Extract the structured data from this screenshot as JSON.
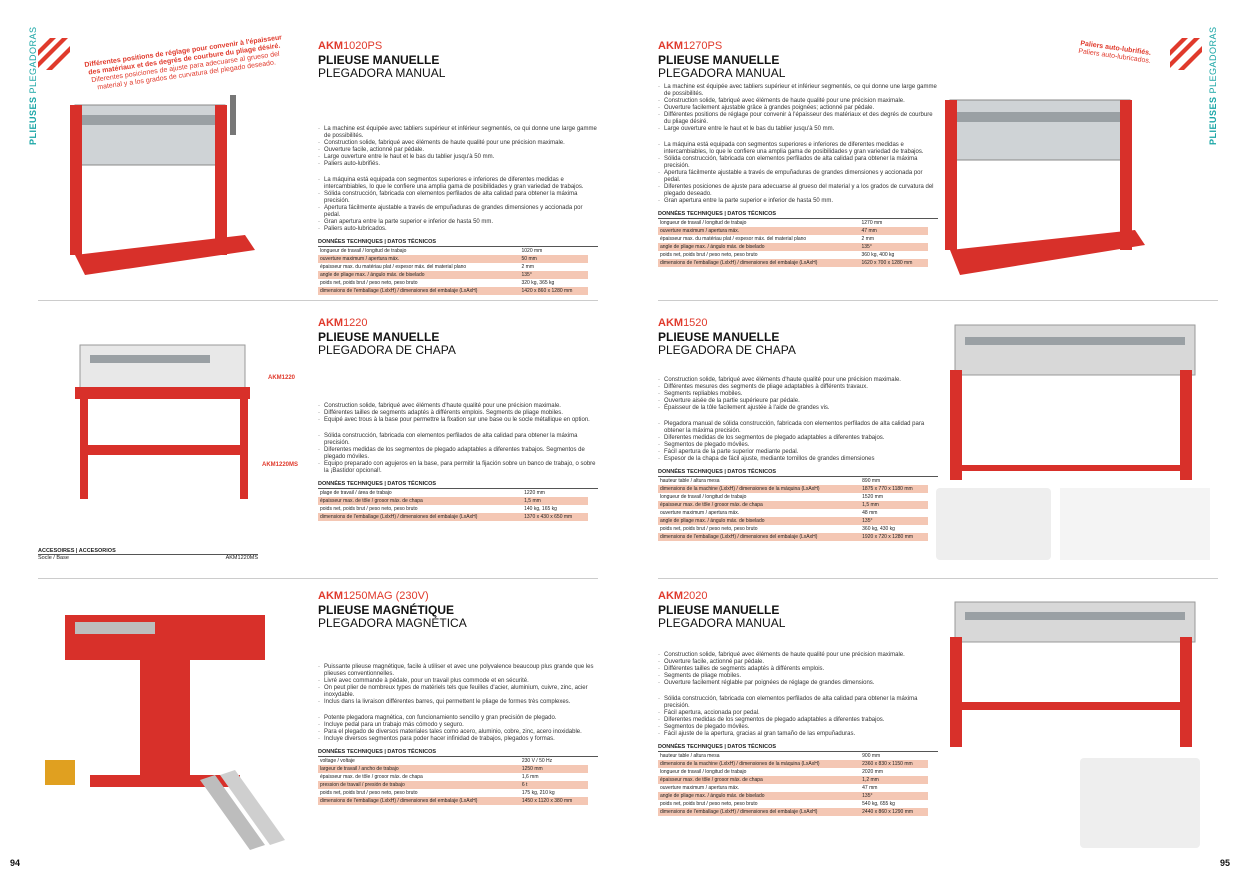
{
  "left_page": {
    "side_label_bold": "PLIEUSES",
    "side_label_light": "PLEGADORAS",
    "page_number": "94",
    "callout": {
      "line1": "Différentes positions de réglage pour convenir à l'épaisseur",
      "line2": "des matériaux et des degrés de courbure du pliage désiré.",
      "line3": "Diferentes posiciones de ajuste para adecuarse al grueso del",
      "line4": "material y a los grados de curvatura del plegado deseado."
    },
    "products": [
      {
        "model_bold": "AKM",
        "model_light": "1020PS",
        "title_fr": "PLIEUSE MANUELLE",
        "title_es": "PLEGADORA MANUAL",
        "bullets_fr": [
          "La machine est équipée avec tabliers supérieur et inférieur segmentés, ce qui donne une large gamme de possibilités.",
          "Construction solide, fabriqué avec éléments de haute qualité pour une précision maximale.",
          "Ouverture facile, actionné par pédale.",
          "Large ouverture entre le haut et le bas du tablier jusqu'à 50 mm.",
          "Paliers auto-lubrifiés."
        ],
        "bullets_es": [
          "La máquina está equipada con segmentos superiores e inferiores de diferentes medidas e intercambiables, lo que le confiere una amplia gama de posibilidades y gran variedad de trabajos.",
          "Sólida construcción, fabricada con elementos perfilados de alta calidad para obtener la máxima precisión.",
          "Apertura fácilmente ajustable a través de empuñaduras de grandes dimensiones y accionada por pedal.",
          "Gran apertura entre la parte superior e inferior de hasta 50 mm.",
          "Paliers auto-lubricados."
        ],
        "table_title": "DONNÉES TECHNIQUES | DATOS TÉCNICOS",
        "specs": [
          [
            "longueur de travail / longitud de trabajo",
            "1020 mm"
          ],
          [
            "ouverture maximum / apertura máx.",
            "50 mm"
          ],
          [
            "épaisseur max. du matériau plat / espesor máx. del material plano",
            "2 mm"
          ],
          [
            "angle de pliage max. / ángulo máx. de biselado",
            "135°"
          ],
          [
            "poids net, poids brut / peso neto, peso bruto",
            "320 kg, 365 kg"
          ],
          [
            "dimensions de l'emballage (LxlxH) / dimensiones del embalaje (LxAxH)",
            "1420 x 860 x 1280 mm"
          ]
        ]
      },
      {
        "model_bold": "AKM",
        "model_light": "1220",
        "title_fr": "PLIEUSE MANUELLE",
        "title_es": "PLEGADORA DE CHAPA",
        "label_a": "AKM1220",
        "label_b": "AKM1220MS",
        "bullets_fr": [
          "Construction solide, fabriqué avec éléments d'haute qualité pour une précision maximale.",
          "Différentes tailles de segments adaptés à différents emplois. Segments de pliage mobiles.",
          "Equipé avec trous à la base pour permettre la fixation sur une base ou le socle métallique en option."
        ],
        "bullets_es": [
          "Sólida construcción, fabricada con elementos perfilados de alta calidad para obtener la máxima precisión.",
          "Diferentes medidas de los segmentos de plegado adaptables a diferentes trabajos. Segmentos de plegado móviles.",
          "Equipo preparado con agujeros en la base, para permitir la fijación sobre un banco de trabajo, o sobre la ¡Bastidor opcional!."
        ],
        "table_title": "DONNÉES TECHNIQUES | DATOS TÉCNICOS",
        "specs": [
          [
            "plage de travail / área de trabajo",
            "1220 mm"
          ],
          [
            "épaisseur max. de tôle / grosor máx. de chapa",
            "1,5 mm"
          ],
          [
            "poids net, poids brut / peso neto, peso bruto",
            "140 kg, 165 kg"
          ],
          [
            "dimensions de l'emballage (LxlxH) / dimensiones del embalaje (LxAxH)",
            "1370 x 430 x 650 mm"
          ]
        ],
        "acc_title": "ACCESOIRES | ACCESORIOS",
        "acc_item": "Socle / Base",
        "acc_code": "AKM1220MS"
      },
      {
        "model_bold": "AKM",
        "model_light": "1250MAG (230V)",
        "title_fr": "PLIEUSE MAGNÉTIQUE",
        "title_es": "PLEGADORA MAGNÉTICA",
        "bullets_fr": [
          "Puissante plieuse magnétique, facile à utiliser et avec une polyvalence beaucoup plus grande que les plieuses conventionnelles.",
          "Livré avec commande à pédale, pour un travail plus commode et en sécurité.",
          "On peut plier de nombreux types de matériels tels que feuilles d'acier, aluminium, cuivre, zinc, acier inoxydable.",
          "Inclus dans la livraison différentes barres, qui permettent le pliage de formes très complexes."
        ],
        "bullets_es": [
          "Potente plegadora magnética, con funcionamiento sencillo y gran precisión de plegado.",
          "Incluye pedal para un trabajo más cómodo y seguro.",
          "Para el plegado de diversos materiales tales como acero, aluminio, cobre, zinc, acero inoxidable.",
          "Incluye diversos segmentos para poder hacer infinidad de trabajos, plegados y formas."
        ],
        "table_title": "DONNÉES TECHNIQUES | DATOS TÉCNICOS",
        "specs": [
          [
            "voltage / voltaje",
            "230 V / 50 Hz"
          ],
          [
            "largeur de travail / ancho de trabajo",
            "1250 mm"
          ],
          [
            "épaisseur max. de tôle / grosor máx. de chapa",
            "1,6 mm"
          ],
          [
            "pression de travail / presión de trabajo",
            "6 t"
          ],
          [
            "poids net, poids brut / peso neto, peso bruto",
            "175 kg, 210 kg"
          ],
          [
            "dimensions de l'emballage (LxlxH) / dimensiones del embalaje (LxAxH)",
            "1450 x 1120 x 380 mm"
          ]
        ]
      }
    ]
  },
  "right_page": {
    "side_label_bold": "PLIEUSES",
    "side_label_light": "PLEGADORAS",
    "page_number": "95",
    "callout": {
      "line1": "Paliers auto-lubrifiés.",
      "line2": "Paliers auto-lubricados."
    },
    "products": [
      {
        "model_bold": "AKM",
        "model_light": "1270PS",
        "title_fr": "PLIEUSE MANUELLE",
        "title_es": "PLEGADORA MANUAL",
        "bullets_fr": [
          "La machine est équipée avec tabliers supérieur et inférieur segmentés, ce qui donne une large gamme de possibilités.",
          "Construction solide, fabriqué avec éléments de haute qualité pour une précision maximale.",
          "Ouverture facilement ajustable grâce à grandes poignées; actionné par pédale.",
          "Différentes positions de réglage pour convenir à l'épaisseur des matériaux et des degrés de courbure du pliage désiré.",
          "Large ouverture entre le haut et le bas du tablier jusqu'à 50 mm."
        ],
        "bullets_es": [
          "La máquina está equipada con segmentos superiores e inferiores de diferentes medidas e intercambiables, lo que le confiere una amplia gama de posibilidades y gran variedad de trabajos.",
          "Sólida construcción, fabricada con elementos perfilados de alta calidad para obtener la máxima precisión.",
          "Apertura fácilmente ajustable a través de empuñaduras de grandes dimensiones y accionada por pedal.",
          "Diferentes posiciones de ajuste para adecuarse al grueso del material y a los grados de curvatura del plegado deseado.",
          "Gran apertura entre la parte superior e inferior de hasta 50 mm."
        ],
        "table_title": "DONNÉES TECHNIQUES | DATOS TÉCNICOS",
        "specs": [
          [
            "longueur de travail / longitud de trabajo",
            "1270 mm"
          ],
          [
            "ouverture maximum / apertura máx.",
            "47 mm"
          ],
          [
            "épaisseur max. du matériau plat / espesor máx. del material plano",
            "2 mm"
          ],
          [
            "angle de pliage max. / ángulo máx. de biselado",
            "135°"
          ],
          [
            "poids net, poids brut / peso neto, peso bruto",
            "360 kg, 400 kg"
          ],
          [
            "dimensions de l'emballage (LxlxH) / dimensiones del embalaje (LxAxH)",
            "1620 x 700 x 1280 mm"
          ]
        ]
      },
      {
        "model_bold": "AKM",
        "model_light": "1520",
        "title_fr": "PLIEUSE MANUELLE",
        "title_es": "PLEGADORA DE CHAPA",
        "bullets_fr": [
          "Construction solide, fabriqué avec éléments d'haute qualité pour une précision maximale.",
          "Différentes mesures des segments de pliage adaptables à différents travaux.",
          "Segments repliables mobiles.",
          "Ouverture aisée de la partie supérieure par pédale.",
          "Épaisseur de la tôle facilement ajustée à l'aide de grandes vis."
        ],
        "bullets_es": [
          "Plegadora manual de sólida construcción, fabricada con elementos perfilados de alta calidad para obtener la máxima precisión.",
          "Diferentes medidas de los segmentos de plegado adaptables a diferentes trabajos.",
          "Segmentos de plegado móviles.",
          "Fácil apertura de la parte superior mediante pedal.",
          "Espesor de la chapa de fácil ajuste, mediante tornillos de grandes dimensiones"
        ],
        "table_title": "DONNÉES TECHNIQUES | DATOS TÉCNICOS",
        "specs": [
          [
            "hauteur table / altura mesa",
            "890 mm"
          ],
          [
            "dimensions de la machine (LxlxH) / dimensiones de la máquina (LxAxH)",
            "1875 x 770 x 1180 mm"
          ],
          [
            "longueur de travail / longitud de trabajo",
            "1520 mm"
          ],
          [
            "épaisseur max. de tôle / grosor máx. de chapa",
            "1,5 mm"
          ],
          [
            "ouverture maximum / apertura máx.",
            "48 mm"
          ],
          [
            "angle de pliage max. / ángulo máx. de biselado",
            "135°"
          ],
          [
            "poids net, poids brut / peso neto, peso bruto",
            "360 kg, 430 kg"
          ],
          [
            "dimensions de l'emballage (LxlxH) / dimensiones del embalaje (LxAxH)",
            "1920 x 720 x 1280 mm"
          ]
        ]
      },
      {
        "model_bold": "AKM",
        "model_light": "2020",
        "title_fr": "PLIEUSE MANUELLE",
        "title_es": "PLEGADORA MANUAL",
        "bullets_fr": [
          "Construction solide, fabriqué avec éléments de haute qualité pour une précision maximale.",
          "Ouverture facile, actionné par pédale.",
          "Différentes tailles de segments adaptés à différents emplois.",
          "Segments de pliage mobiles.",
          "Ouverture facilement réglable par poignées de réglage de grandes dimensions."
        ],
        "bullets_es": [
          "Sólida construcción, fabricada con elementos perfilados de alta calidad para obtener la máxima precisión.",
          "Fácil apertura, accionada por pedal.",
          "Diferentes medidas de los segmentos de plegado adaptables a diferentes trabajos.",
          "Segmentos de plegado móviles.",
          "Fácil ajuste de la apertura, gracias al gran tamaño de las empuñaduras."
        ],
        "table_title": "DONNÉES TECHNIQUES | DATOS TÉCNICOS",
        "specs": [
          [
            "hauteur table / altura mesa",
            "900 mm"
          ],
          [
            "dimensions de la machine (LxlxH) / dimensiones de la máquina (LxAxH)",
            "2360 x 830 x 1150 mm"
          ],
          [
            "longueur de travail / longitud de trabajo",
            "2020 mm"
          ],
          [
            "épaisseur max. de tôle / grosor máx. de chapa",
            "1,2 mm"
          ],
          [
            "ouverture maximum / apertura máx.",
            "47 mm"
          ],
          [
            "angle de pliage max. / ángulo máx. de biselado",
            "135°"
          ],
          [
            "poids net, poids brut / peso neto, peso bruto",
            "540 kg, 655 kg"
          ],
          [
            "dimensions de l'emballage (LxlxH) / dimensiones del embalaje (LxAxH)",
            "2440 x 860 x 1290 mm"
          ]
        ]
      }
    ]
  }
}
